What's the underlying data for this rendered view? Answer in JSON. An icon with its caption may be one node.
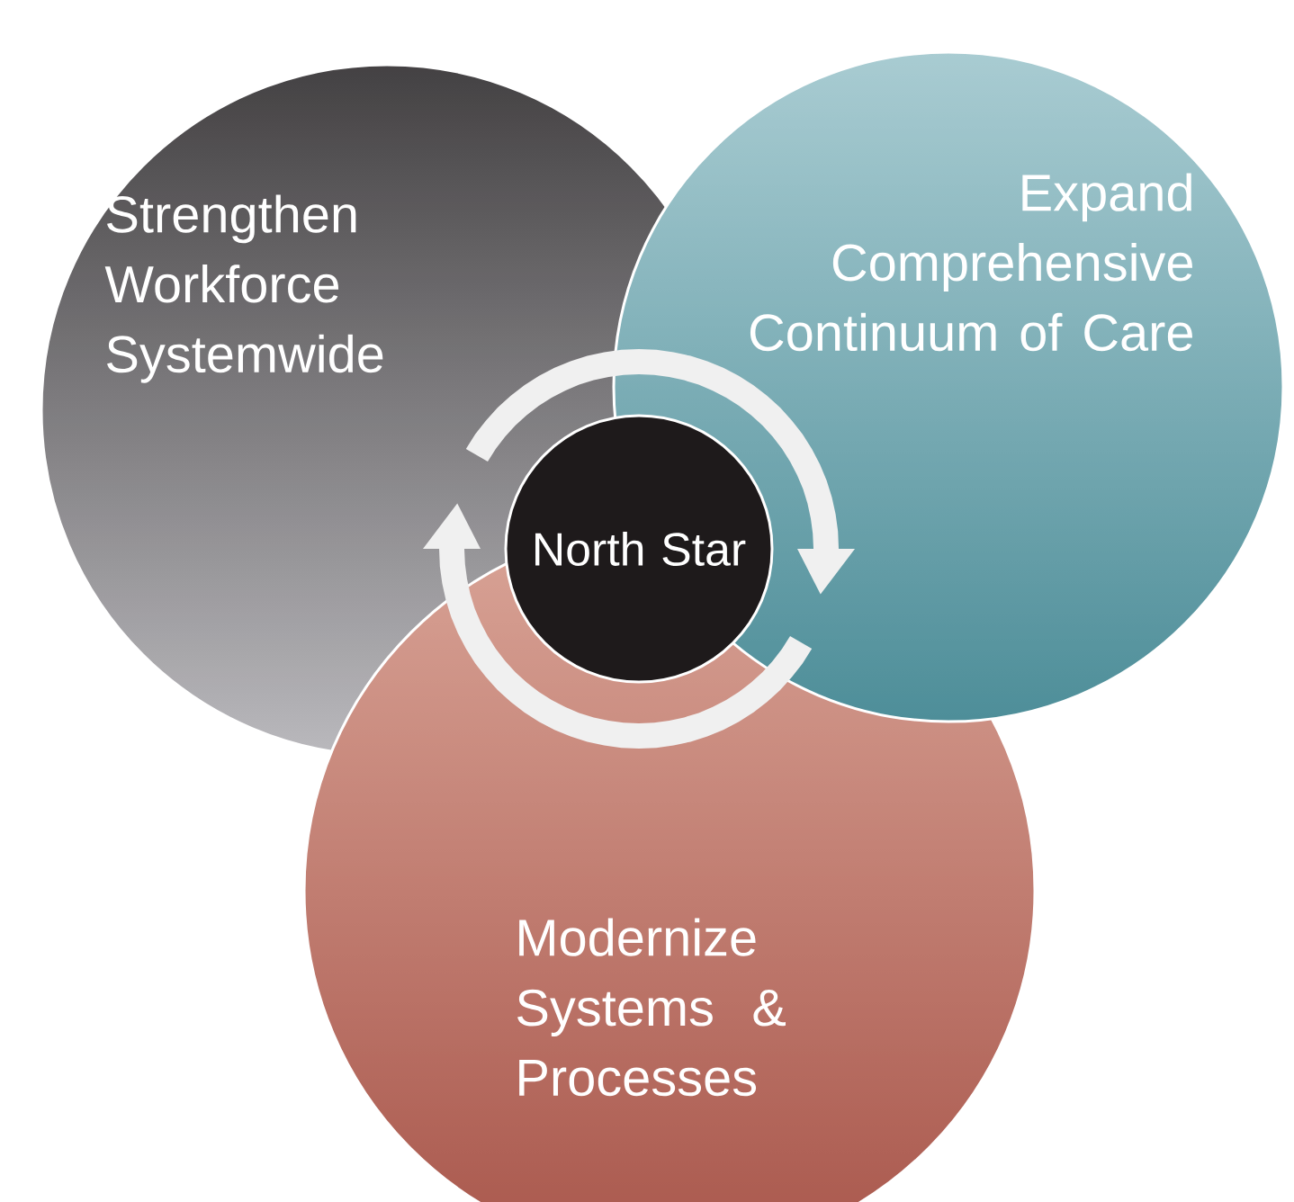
{
  "diagram": {
    "nodes": [
      {
        "text": [
          "Strengthen Workforce Systemwide"
        ]
      },
      {
        "text": [
          "Expand Comprehensive Continuum of Care"
        ]
      },
      {
        "text": [
          "Modernize Systems & Processes"
        ]
      },
      {
        "text": [
          "North Star"
        ]
      }
    ]
  }
}
